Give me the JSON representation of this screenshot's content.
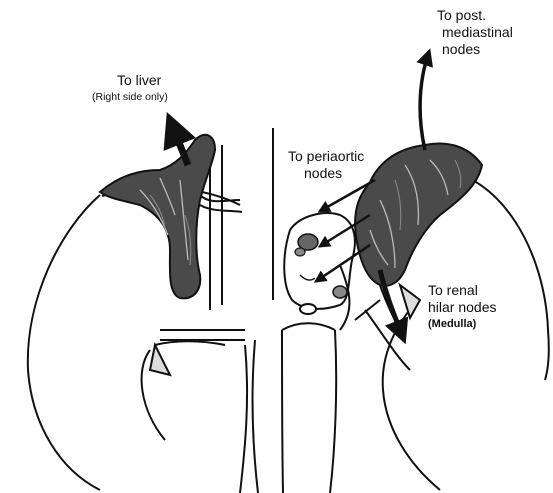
{
  "labels": {
    "liver_line1": "To liver",
    "liver_line2": "(Right side only)",
    "mediastinal_line1": "To post.",
    "mediastinal_line2": "mediastinal",
    "mediastinal_line3": "nodes",
    "periaortic_line1": "To periaortic",
    "periaortic_line2": "nodes",
    "renal_line1": "To renal",
    "renal_line2": "hilar nodes",
    "renal_line3": "(Medulla)"
  },
  "colors": {
    "ink": "#111111",
    "paper": "#ffffff",
    "tissue": "#3a3a3a"
  }
}
